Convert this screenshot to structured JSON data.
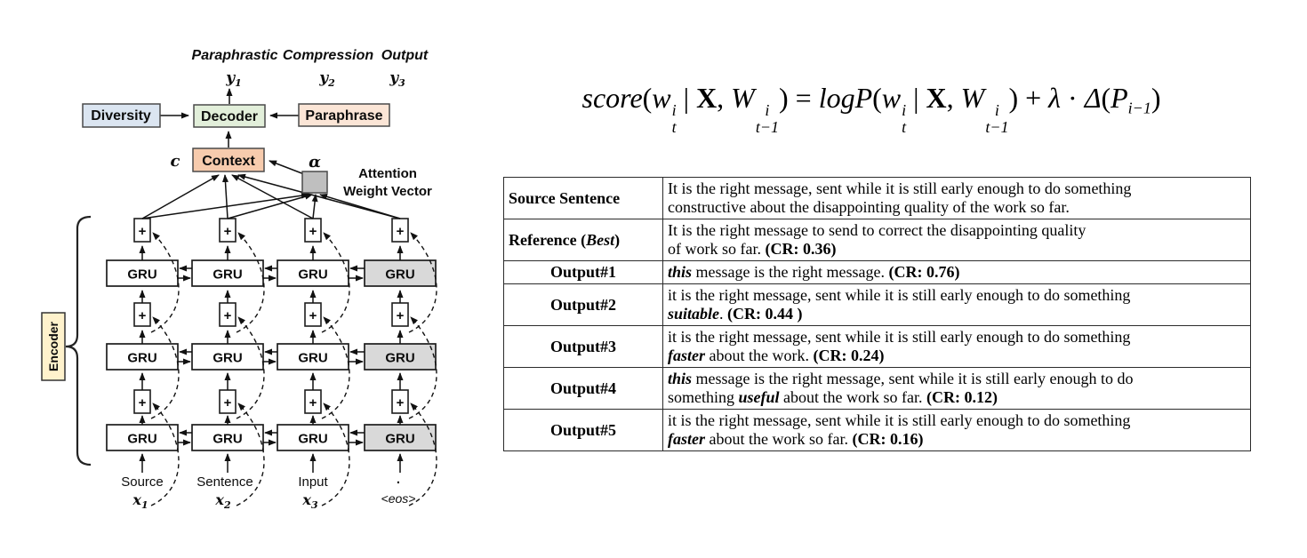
{
  "colors": {
    "diversity": "#dbe5f1",
    "decoder": "#e2efda",
    "paraphrase": "#fbe5d6",
    "context": "#f7cbad",
    "attention": "#bfbfbf",
    "encoder": "#fff2cc",
    "gru_highlight": "#d9d9d9",
    "line": "#111111"
  },
  "diagram": {
    "top_labels": [
      "Paraphrastic",
      "Compression",
      "Output"
    ],
    "outputs": [
      {
        "base": "y",
        "sub": "1"
      },
      {
        "base": "y",
        "sub": "2"
      },
      {
        "base": "y",
        "sub": "3"
      }
    ],
    "boxes": {
      "diversity": "Diversity",
      "decoder": "Decoder",
      "paraphrase": "Paraphrase",
      "context": "Context",
      "encoder": "Encoder"
    },
    "context_symbol": "c",
    "alpha_symbol": "α",
    "attention_label_line1": "Attention",
    "attention_label_line2": "Weight Vector",
    "gru_label": "GRU",
    "plus_label": "+",
    "inputs": [
      {
        "word": "Source",
        "base": "x",
        "sub": "1"
      },
      {
        "word": "Sentence",
        "base": "x",
        "sub": "2"
      },
      {
        "word": "Input",
        "base": "x",
        "sub": "3"
      },
      {
        "word": ".",
        "base": "<eos>",
        "sub": ""
      }
    ]
  },
  "formula": {
    "tokens": [
      {
        "it": "score"
      },
      {
        "n": "("
      },
      {
        "it": "w",
        "sup": "i",
        "sub": "t"
      },
      {
        "n": " | "
      },
      {
        "b": "X"
      },
      {
        "n": ", "
      },
      {
        "it": "W",
        "sup": "i",
        "sub": "t−1"
      },
      {
        "n": ") = "
      },
      {
        "it": "logP"
      },
      {
        "n": "("
      },
      {
        "it": "w",
        "sup": "i",
        "sub": "t"
      },
      {
        "n": " | "
      },
      {
        "b": "X"
      },
      {
        "n": ", "
      },
      {
        "it": "W",
        "sup": "i",
        "sub": "t−1"
      },
      {
        "n": ") + "
      },
      {
        "it": "λ"
      },
      {
        "n": " · "
      },
      {
        "it": "Δ"
      },
      {
        "n": "("
      },
      {
        "it": "P",
        "sub": "i−1"
      },
      {
        "n": ")"
      }
    ]
  },
  "table": {
    "rows": [
      {
        "align": "left",
        "label": [
          {
            "b": "Source Sentence"
          }
        ],
        "content": [
          {
            "s": "It is the right message, sent while it is still early enough to do something"
          },
          {
            "br": true
          },
          {
            "s": "constructive about the disappointing quality of the work so far."
          }
        ]
      },
      {
        "align": "left",
        "label": [
          {
            "b": "Reference ("
          },
          {
            "bi": "Best"
          },
          {
            "b": ")"
          }
        ],
        "content": [
          {
            "s": "It is the right message to send to correct the disappointing quality"
          },
          {
            "br": true
          },
          {
            "s": "of work so far. "
          },
          {
            "b": "(CR: 0.36)"
          }
        ]
      },
      {
        "align": "center",
        "label": [
          {
            "b": "Output#1"
          }
        ],
        "content": [
          {
            "bi": "this"
          },
          {
            "s": " message is the right message. "
          },
          {
            "b": "(CR: 0.76)"
          }
        ]
      },
      {
        "align": "center",
        "label": [
          {
            "b": "Output#2"
          }
        ],
        "content": [
          {
            "s": "it is the right message, sent while it is still early enough to do something"
          },
          {
            "br": true
          },
          {
            "bi": "suitable"
          },
          {
            "s": ". "
          },
          {
            "b": "(CR: 0.44 )"
          }
        ]
      },
      {
        "align": "center",
        "label": [
          {
            "b": "Output#3"
          }
        ],
        "content": [
          {
            "s": "it is the right message, sent while it is still early enough to do something"
          },
          {
            "br": true
          },
          {
            "bi": "faster"
          },
          {
            "s": " about the work. "
          },
          {
            "b": "(CR: 0.24)"
          }
        ]
      },
      {
        "align": "center",
        "label": [
          {
            "b": "Output#4"
          }
        ],
        "content": [
          {
            "bi": "this"
          },
          {
            "s": " message is the right message, sent while it is still early enough to do"
          },
          {
            "br": true
          },
          {
            "s": "something "
          },
          {
            "bi": "useful"
          },
          {
            "s": " about the work so far. "
          },
          {
            "b": "(CR: 0.12)"
          }
        ]
      },
      {
        "align": "center",
        "label": [
          {
            "b": "Output#5"
          }
        ],
        "content": [
          {
            "s": "it is the right message, sent while it is still early enough to do something"
          },
          {
            "br": true
          },
          {
            "bi": "faster"
          },
          {
            "s": " about the work so far. "
          },
          {
            "b": "(CR: 0.16)"
          }
        ]
      }
    ]
  }
}
